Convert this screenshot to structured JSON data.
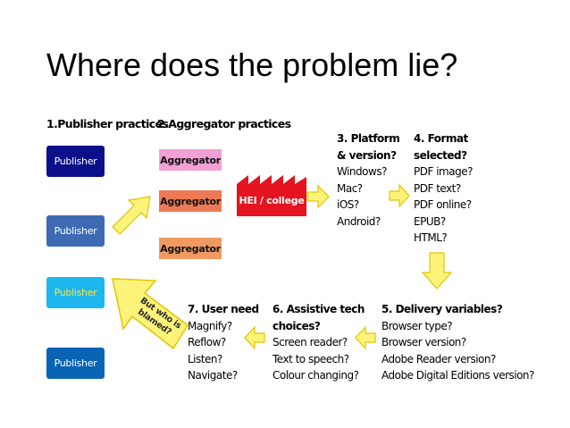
{
  "slide": {
    "title": "Where does the problem lie?"
  },
  "columns": {
    "publisher_header": "1.Publisher practices",
    "aggregator_header": "2.Aggregator practices"
  },
  "publishers": [
    {
      "label": "Publisher",
      "color": "#0b0f8a",
      "text_color": "#ffffff"
    },
    {
      "label": "Publisher",
      "color": "#3d6ab3",
      "text_color": "#ffffff"
    },
    {
      "label": "Publisher",
      "color": "#1eb6ee",
      "text_color": "#f2e64a"
    },
    {
      "label": "Publisher",
      "color": "#0a63b5",
      "text_color": "#ffffff"
    }
  ],
  "aggregators": [
    {
      "label": "Aggregator",
      "color": "#f2a0d6"
    },
    {
      "label": "Aggregator",
      "color": "#ee7a55"
    },
    {
      "label": "Aggregator",
      "color": "#f09a62"
    }
  ],
  "hei": {
    "label": "HEI / college",
    "color": "#e41420"
  },
  "platform": {
    "heading": [
      "3. Platform",
      "& version?"
    ],
    "items": [
      "Windows?",
      "Mac?",
      "iOS?",
      "Android?"
    ]
  },
  "format": {
    "heading": [
      "4. Format",
      "selected?"
    ],
    "items": [
      "PDF image?",
      "PDF text?",
      "PDF online?",
      "EPUB?",
      "HTML?"
    ]
  },
  "delivery": {
    "heading": "5. Delivery variables?",
    "items": [
      "Browser  type?",
      "Browser version?",
      "Adobe Reader version?",
      "Adobe Digital Editions version?"
    ]
  },
  "assistive": {
    "heading": [
      "6. Assistive tech",
      "choices?"
    ],
    "items": [
      "Screen reader?",
      "Text to speech?",
      "Colour changing?"
    ]
  },
  "user_need": {
    "heading": "7. User need",
    "items": [
      "Magnify?",
      "Reflow?",
      "Listen?",
      "Navigate?"
    ]
  },
  "blame_arrow": {
    "label": [
      "But who is",
      "blamed?"
    ],
    "fill": "#fbf37a",
    "stroke": "#e2c500"
  },
  "arrow_colors": {
    "fill": "#fbf37a",
    "stroke": "#e2c500"
  }
}
